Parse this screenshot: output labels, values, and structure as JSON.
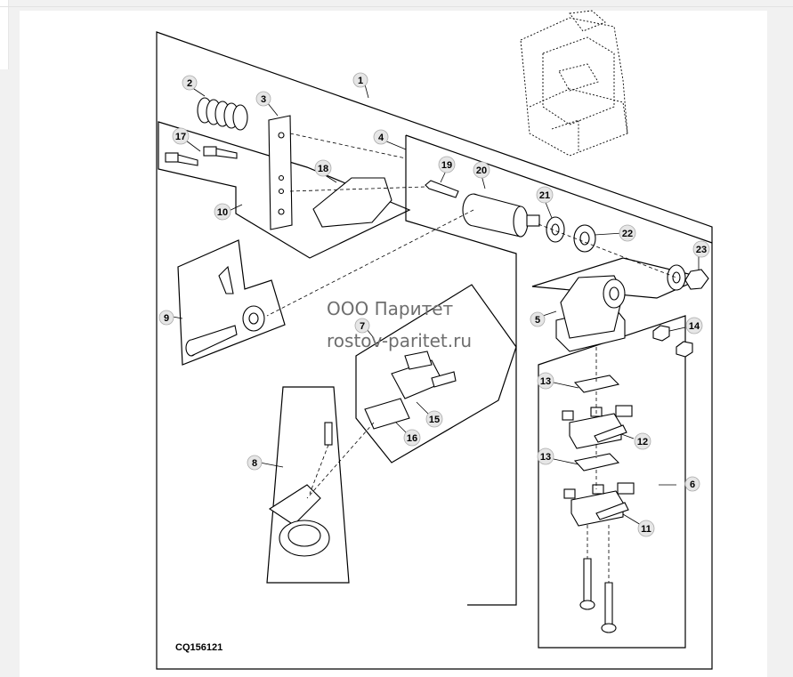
{
  "diagram": {
    "code": "CQ156121",
    "watermark": {
      "line1": "ООО Паритет",
      "line2": "rostov-paritet.ru"
    },
    "callouts": [
      "1",
      "2",
      "3",
      "4",
      "5",
      "6",
      "7",
      "8",
      "9",
      "10",
      "11",
      "12",
      "13",
      "13",
      "14",
      "15",
      "16",
      "17",
      "18",
      "19",
      "20",
      "21",
      "22",
      "23"
    ]
  }
}
